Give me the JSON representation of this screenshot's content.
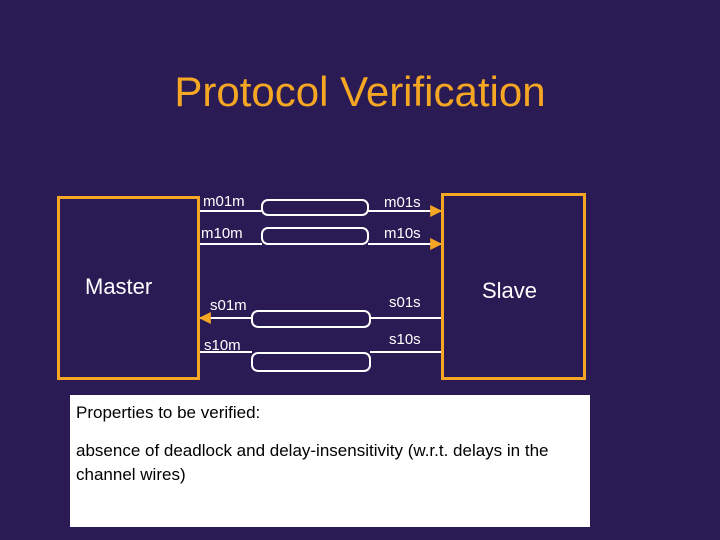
{
  "title": "Protocol Verification",
  "master_label": "Master",
  "slave_label": "Slave",
  "signals": {
    "m01m": "m01m",
    "m10m": "m10m",
    "s01m": "s01m",
    "s10m": "s10m",
    "m01s": "m01s",
    "m10s": "m10s",
    "s01s": "s01s",
    "s10s": "s10s"
  },
  "properties": {
    "heading": "Properties to be verified:",
    "body": "absence of deadlock and delay-insensitivity (w.r.t. delays in the channel wires)"
  },
  "colors": {
    "background": "#2a1b55",
    "accent": "#f5a623",
    "wire": "#ffffff"
  }
}
